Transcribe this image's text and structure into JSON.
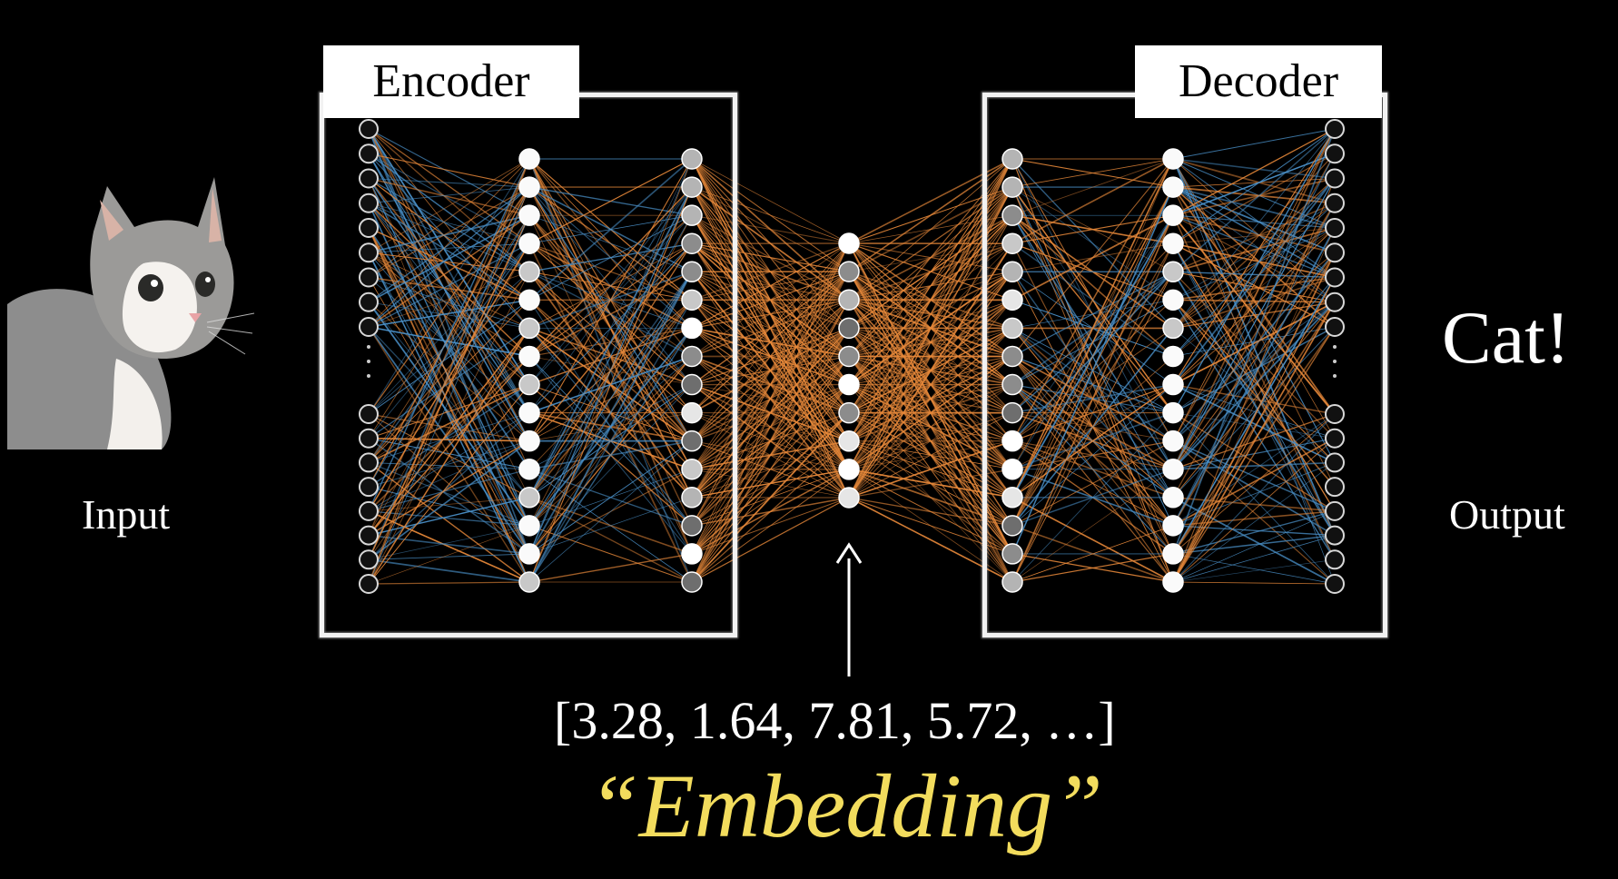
{
  "labels": {
    "input": "Input",
    "output": "Output",
    "prediction": "Cat!",
    "encoder": "Encoder",
    "decoder": "Decoder",
    "embedding_vector": "[3.28, 1.64, 7.81, 5.72, …]",
    "embedding_word": "“Embedding”"
  },
  "colors": {
    "background": "#000000",
    "connection_orange": "#e8893a",
    "connection_blue": "#4a90c8",
    "embedding_accent": "#f2dc5d",
    "frame": "#f2f2f2"
  },
  "input_image": {
    "subject": "cat",
    "icon": "cat-photo"
  }
}
